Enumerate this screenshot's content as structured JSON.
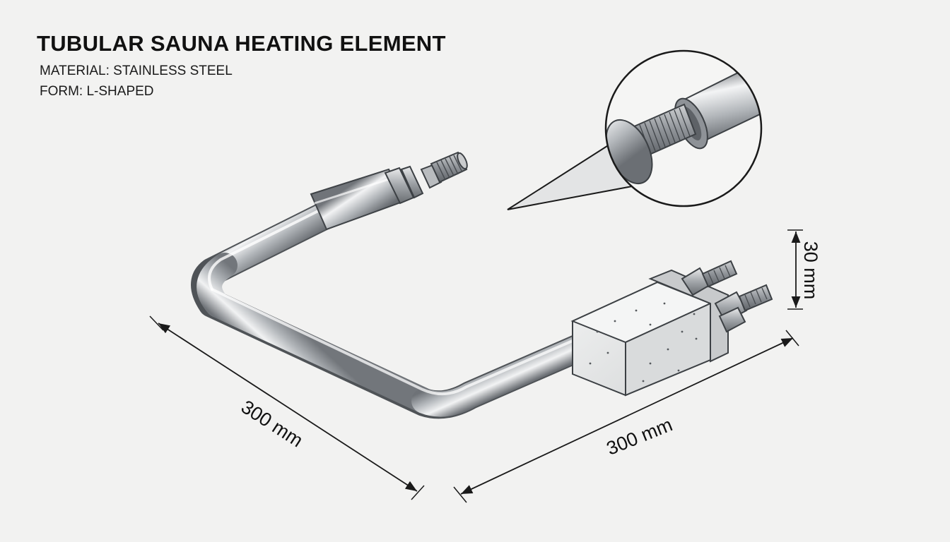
{
  "title": "TUBULAR SAUNA HEATING ELEMENT",
  "specs": {
    "material": "MATERIAL: STAINLESS STEEL",
    "form": "FORM: L-SHAPED"
  },
  "dimensions": {
    "left_length": "300 mm",
    "right_length": "300 mm",
    "height": "30 mm"
  },
  "colors": {
    "background": "#f2f2f1",
    "steel": "#a9adb1",
    "steel_highlight": "#f4f5f6",
    "steel_shadow": "#6d7176",
    "terminal_block": "#e6e7e8",
    "line": "#1a1a1a"
  }
}
